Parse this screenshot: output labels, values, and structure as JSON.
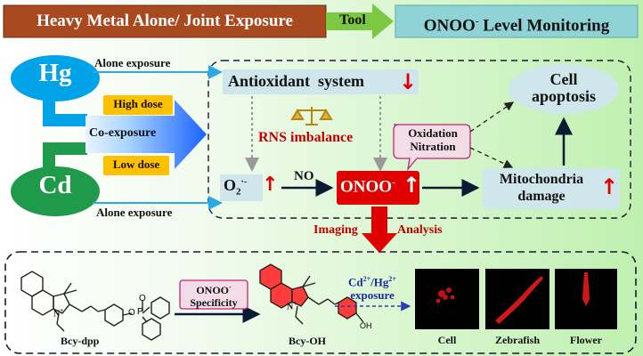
{
  "header": {
    "left_title": "Heavy Metal Alone/ Joint Exposure",
    "tool_label": "Tool",
    "right_title_pre": "ONOO",
    "right_title_sup": "-",
    "right_title_post": " Level Monitoring"
  },
  "metals": {
    "hg": "Hg",
    "cd": "Cd"
  },
  "exposure": {
    "hg_alone": "Alone exposure",
    "cd_alone": "Alone exposure",
    "high_dose": "High dose",
    "co_exposure": "Co-exposure",
    "low_dose": "Low dose"
  },
  "mechanism": {
    "antioxidant": "Antioxidant  system",
    "rns_imbalance": "RNS imbalance",
    "superoxide_main": "O",
    "superoxide_sub": "2",
    "superoxide_sup": "·-",
    "no_label": "NO",
    "onoo_main": "ONOO",
    "onoo_sup": "-",
    "oxidation": "Oxidation",
    "nitration": "Nitration",
    "cell_apoptosis_line1": "Cell",
    "cell_apoptosis_line2": "apoptosis",
    "mito_line1": "Mitochondria",
    "mito_line2": "damage"
  },
  "imaging": {
    "left": "Imaging",
    "right": "Analysis"
  },
  "probe": {
    "bcy_dpp": "Bcy-dpp",
    "bcy_oh": "Bcy-OH",
    "specificity_pre": "ONOO",
    "specificity_sup": "-",
    "specificity_label": "Specificity",
    "exposure_line1": "Cd",
    "exposure_line1_sup1": "2+",
    "exposure_line1_mid": "/Hg",
    "exposure_line1_sup2": "2+",
    "exposure_line2": "exposure",
    "oh": "OH",
    "nplus": "N",
    "nplus_sup": "+",
    "o_atom1": "O",
    "p_atom": "P",
    "o_atom2": "O"
  },
  "images": {
    "cell": "Cell",
    "zebrafish": "Zebrafish",
    "flower": "Flower"
  },
  "colors": {
    "header_left": "#a9491f",
    "tool_arrow": "#7dc843",
    "header_right": "#8fd3d6",
    "hg_blue": "#00a2e8",
    "cd_green": "#1f9a4a",
    "dose_orange": "#ffc000",
    "onoo_red": "#e00000",
    "box_light": "#cfe6ec",
    "up_arrow_red": "#e00000"
  }
}
